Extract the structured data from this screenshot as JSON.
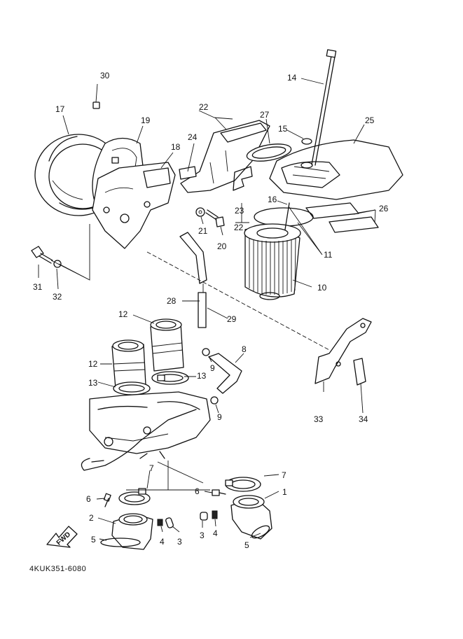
{
  "diagram": {
    "part_code": "4KUK351-6080",
    "fwd_label": "FWD",
    "labels": {
      "p30": "30",
      "p17": "17",
      "p19": "19",
      "p18": "18",
      "p22a": "22",
      "p24": "24",
      "p27": "27",
      "p14": "14",
      "p15": "15",
      "p25": "25",
      "p16": "16",
      "p26": "26",
      "p23": "23",
      "p22b": "22",
      "p21": "21",
      "p20": "20",
      "p11": "11",
      "p10": "10",
      "p31": "31",
      "p32": "32",
      "p28": "28",
      "p29": "29",
      "p12a": "12",
      "p12b": "12",
      "p13a": "13",
      "p13b": "13",
      "p9a": "9",
      "p8": "8",
      "p9b": "9",
      "p33": "33",
      "p34": "34",
      "p7a": "7",
      "p7b": "7",
      "p6a": "6",
      "p6b": "6",
      "p1": "1",
      "p2": "2",
      "p5a": "5",
      "p5b": "5",
      "p4a": "4",
      "p3a": "3",
      "p3b": "3",
      "p4b": "4"
    }
  }
}
